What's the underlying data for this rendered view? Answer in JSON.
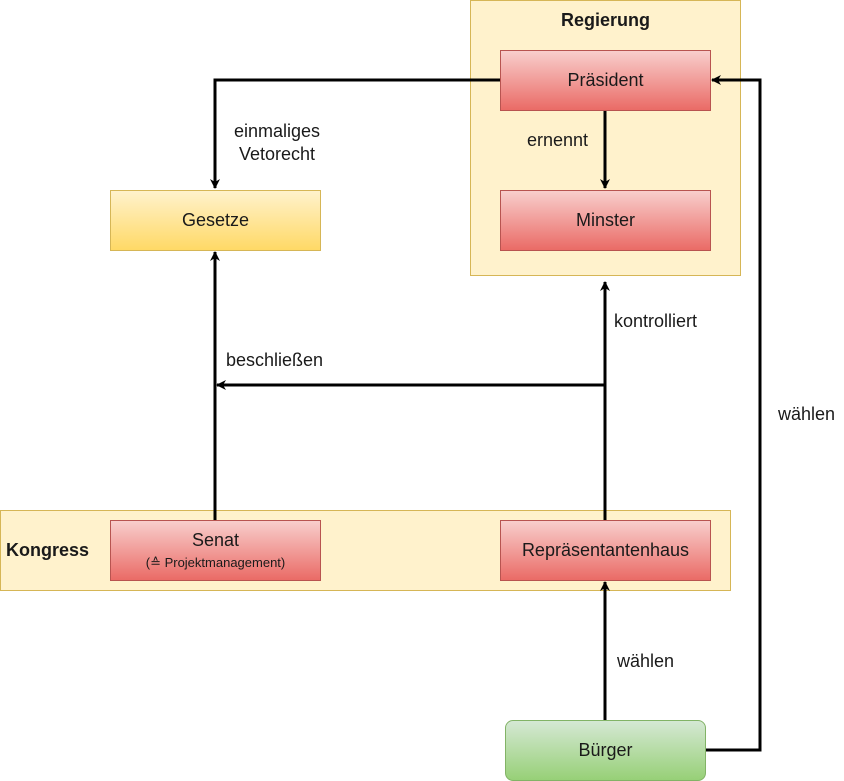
{
  "containers": {
    "regierung": {
      "title": "Regierung"
    },
    "kongress": {
      "title": "Kongress"
    }
  },
  "nodes": {
    "praesident": {
      "label": "Präsident"
    },
    "minister": {
      "label": "Minster"
    },
    "gesetze": {
      "label": "Gesetze"
    },
    "senat": {
      "label": "Senat",
      "sublabel": "(≙ Projektmanagement)"
    },
    "repraesentantenhaus": {
      "label": "Repräsentantenhaus"
    },
    "buerger": {
      "label": "Bürger"
    }
  },
  "edges": {
    "veto": {
      "label_line1": "einmaliges",
      "label_line2": "Vetorecht"
    },
    "ernennt": {
      "label": "ernennt"
    },
    "kontrolliert": {
      "label": "kontrolliert"
    },
    "beschliessen": {
      "label": "beschließen"
    },
    "waehlen_praesident": {
      "label": "wählen"
    },
    "waehlen_haus": {
      "label": "wählen"
    }
  },
  "colors": {
    "container_fill": "#fff2cc",
    "container_border": "#d6b656",
    "red_fill_top": "#f8cecc",
    "red_fill_bottom": "#ea6b66",
    "green_fill_top": "#d5e8d4",
    "green_fill_bottom": "#97d077",
    "edge": "#000000"
  }
}
